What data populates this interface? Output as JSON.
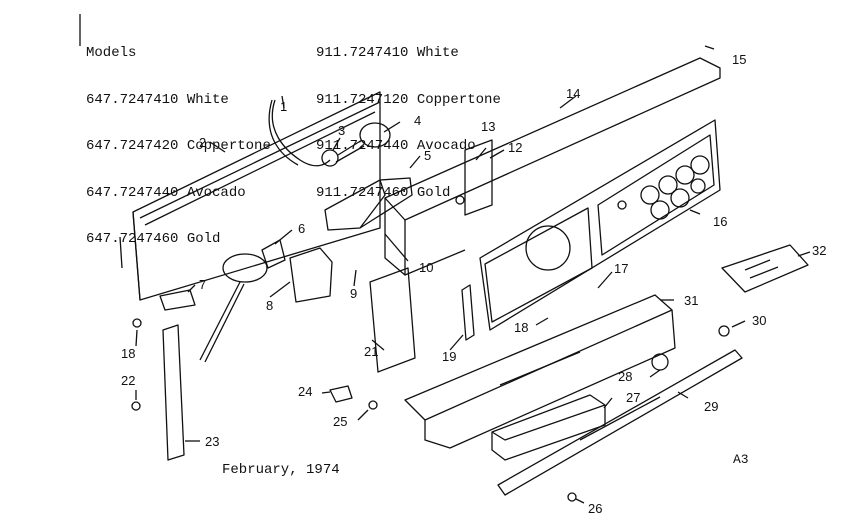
{
  "header": {
    "title": "Models",
    "col1": [
      {
        "model": "647.7247410",
        "color": "White"
      },
      {
        "model": "647.7247420",
        "color": "Coppertone"
      },
      {
        "model": "647.7247440",
        "color": "Avocado"
      },
      {
        "model": "647.7247460",
        "color": "Gold"
      }
    ],
    "col2": [
      {
        "model": "911.7247410",
        "color": "White"
      },
      {
        "model": "911.7247120",
        "color": "Coppertone"
      },
      {
        "model": "911.7247440",
        "color": "Avocado"
      },
      {
        "model": "911.7247460",
        "color": "Gold"
      }
    ]
  },
  "callouts": [
    "1",
    "2",
    "3",
    "4",
    "5",
    "6",
    "7",
    "8",
    "9",
    "10",
    "12",
    "13",
    "14",
    "15",
    "16",
    "17",
    "18",
    "18",
    "19",
    "21",
    "22",
    "23",
    "24",
    "25",
    "26",
    "27",
    "28",
    "29",
    "30",
    "31",
    "32"
  ],
  "footer": {
    "date": "February, 1974",
    "code": "A3"
  }
}
